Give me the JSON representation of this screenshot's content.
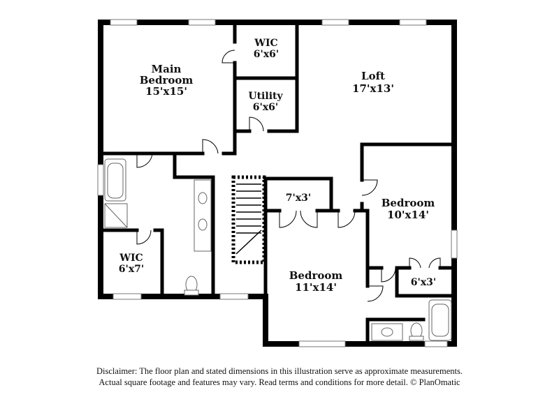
{
  "rooms": {
    "main_bedroom": {
      "name_line1": "Main",
      "name_line2": "Bedroom",
      "size": "15'x15'"
    },
    "wic_top": {
      "name": "WIC",
      "size": "6'x6'"
    },
    "utility": {
      "name": "Utility",
      "size": "6'x6'"
    },
    "loft": {
      "name": "Loft",
      "size": "17'x13'"
    },
    "bedroom_right": {
      "name": "Bedroom",
      "size": "10'x14'"
    },
    "closet_center": {
      "size": "7'x3'"
    },
    "bedroom_center": {
      "name": "Bedroom",
      "size": "11'x14'"
    },
    "wic_left": {
      "name": "WIC",
      "size": "6'x7'"
    },
    "closet_right": {
      "size": "6'x3'"
    }
  },
  "disclaimer": {
    "line1": "Disclaimer: The floor plan and stated dimensions in this illustration serve as approximate measurements.",
    "line2": "Actual square footage and features may vary. Read terms and conditions for more detail. © PlanOmatic"
  },
  "colors": {
    "wall": "#000000",
    "fixture": "#666666",
    "background": "#ffffff"
  }
}
